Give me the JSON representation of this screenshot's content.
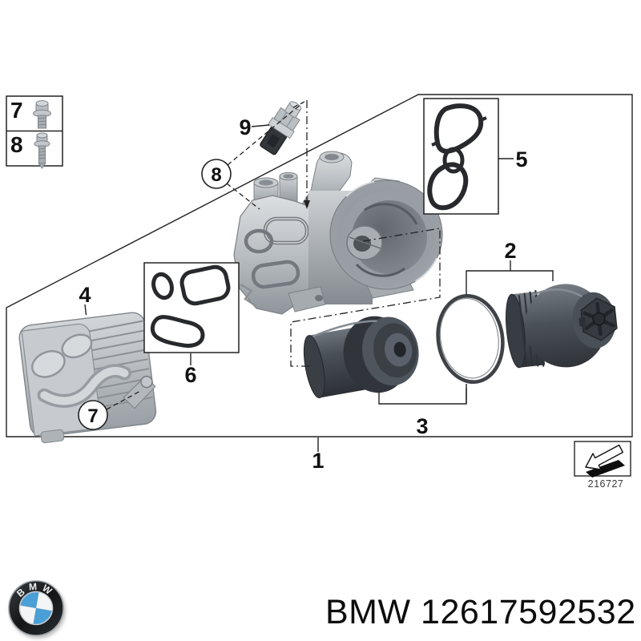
{
  "figure": {
    "callouts": {
      "c1": "1",
      "c2": "2",
      "c3": "3",
      "c4": "4",
      "c5": "5",
      "c6": "6",
      "c9": "9"
    },
    "circled": {
      "c7": "7",
      "c8": "8"
    },
    "legend": {
      "row1_label": "7",
      "row2_label": "8"
    },
    "ref_code": "216727"
  },
  "footer": {
    "brand": "BMW",
    "part_number": "12617592532"
  },
  "logo": {
    "wordmark": "BMW"
  },
  "colors": {
    "bmw_blue": "#4aa0d6",
    "line": "#222222",
    "gasket_black": "#28292c"
  }
}
